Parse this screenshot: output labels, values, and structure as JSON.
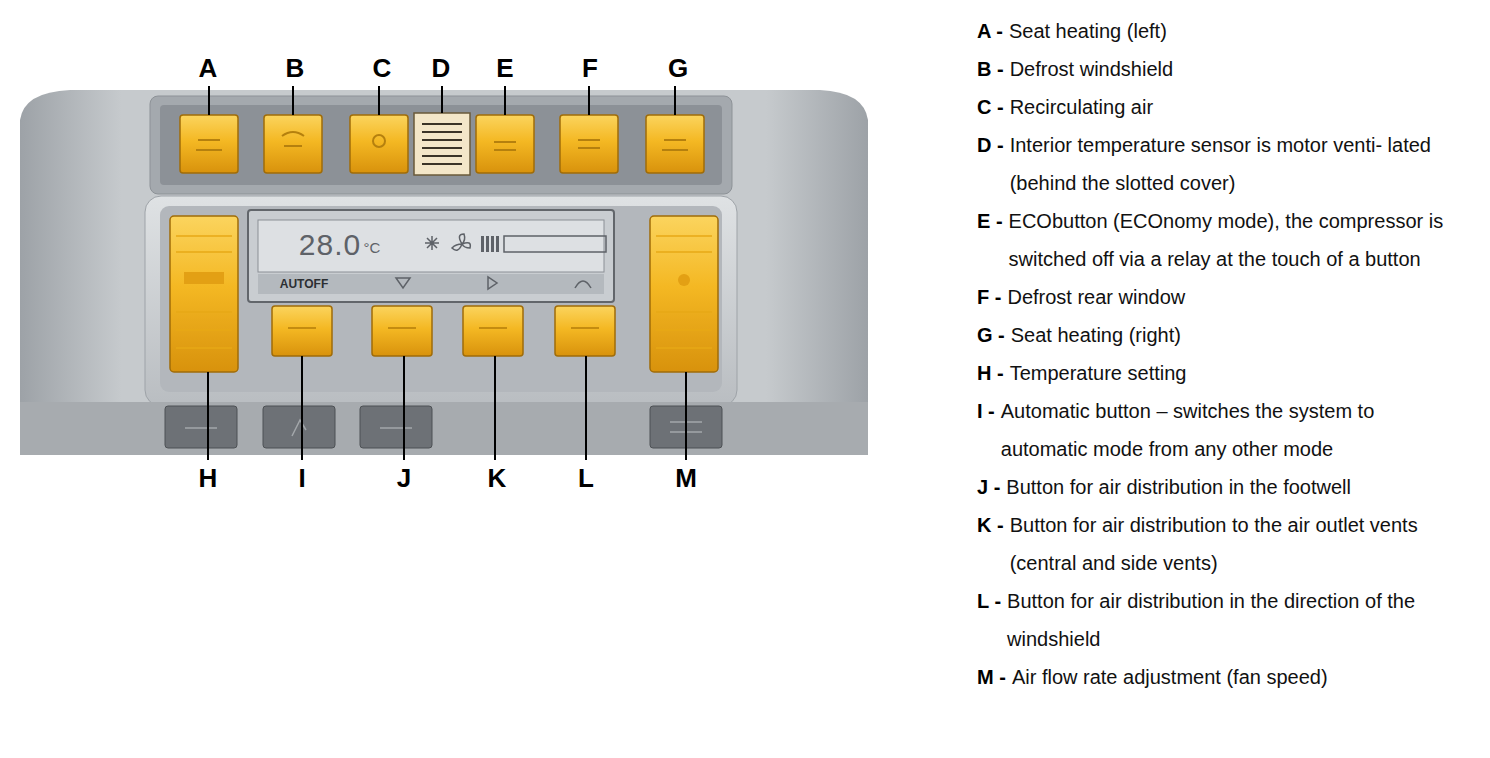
{
  "diagram": {
    "labels": [
      "A",
      "B",
      "C",
      "D",
      "E",
      "F",
      "G",
      "H",
      "I",
      "J",
      "K",
      "L",
      "M",
      "28.0",
      "°C",
      "AUTOFF",
      "A -",
      "Seat heating (left)",
      "B -",
      "Defrost windshield",
      "C -",
      "Recirculating air",
      "D -",
      "Interior temperature sensor is motor venti- lated (behind the slotted cover)",
      "E -",
      "ECObutton (ECOnomy mode), the compressor is switched off via a relay at the touch of a button",
      "F -",
      "Defrost rear window",
      "G -",
      "Seat heating (right)",
      "H -",
      "Temperature setting",
      "I -",
      "Automatic button – switches the system to automatic mode from any other mode",
      "J -",
      "Button for air distribution in the footwell",
      "K -",
      "Button for air distribution to the air outlet vents (central and side vents)",
      "L -",
      "Button for air distribution in the direction of the windshield",
      "M -",
      "Air flow rate adjustment (fan speed)"
    ]
  }
}
